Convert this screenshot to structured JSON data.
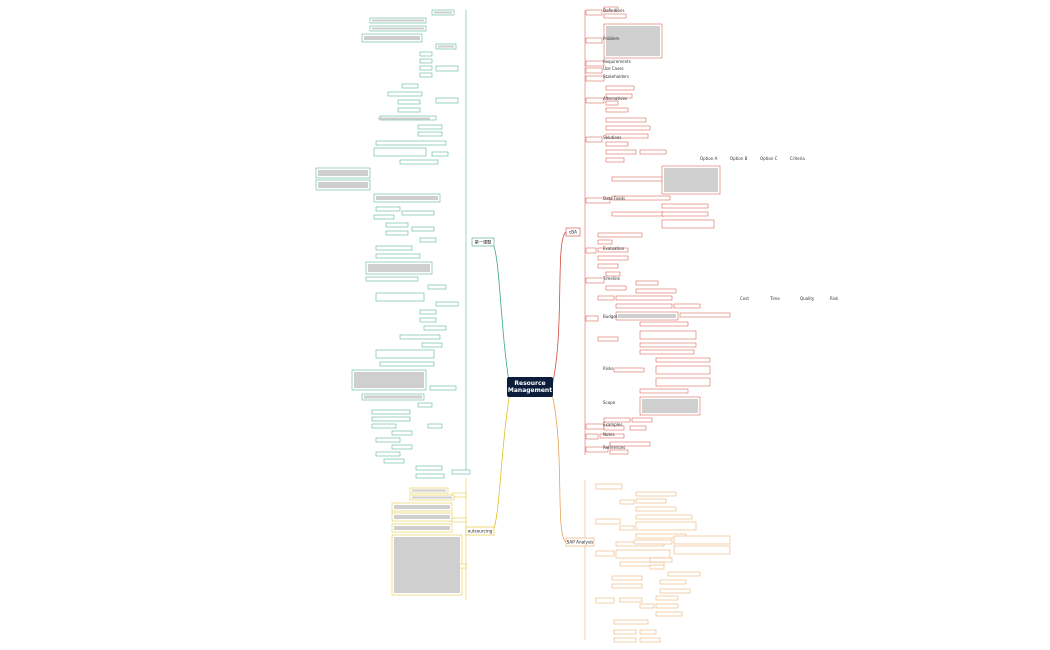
{
  "root": {
    "line1": "Resource",
    "line2": "Management"
  },
  "branches": {
    "left_top": {
      "label": "第一课题",
      "color": "#3aa58a"
    },
    "left_bottom": {
      "label": "outsourcing",
      "color": "#e0c020"
    },
    "right_top": {
      "label": "cBA",
      "color": "#d24a3c"
    },
    "right_bottom": {
      "label": "SAP Analysis",
      "color": "#e9a25a"
    }
  },
  "right_top_nodes": [
    "Definitions",
    "Problem",
    "Requirements",
    "Use Cases",
    "Stakeholders",
    "Alternatives",
    "Solutions",
    "Data Fields",
    "Evaluation",
    "Timeline",
    "Budget",
    "Risks",
    "Scope",
    "Examples",
    "Notes",
    "References"
  ],
  "right_top_leaves": [
    "Option A",
    "Option B",
    "Option C",
    "Criteria",
    "Cost",
    "Time",
    "Quality",
    "Risk"
  ]
}
